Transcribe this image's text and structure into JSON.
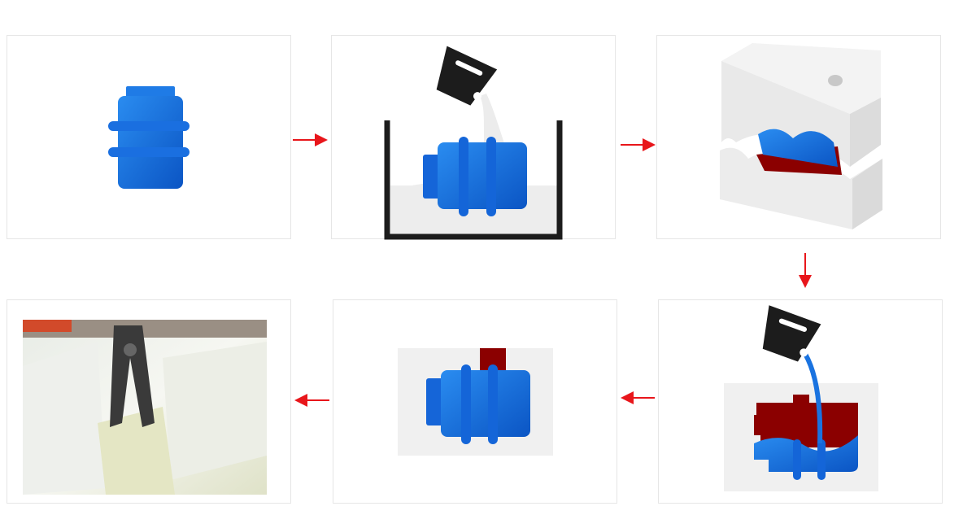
{
  "diagram": {
    "steps": [
      {
        "icon": "master-part-icon"
      },
      {
        "icon": "silicone-pour-icon"
      },
      {
        "icon": "cut-silicone-mold-icon"
      },
      {
        "icon": "resin-pour-icon"
      },
      {
        "icon": "cast-part-in-mold-icon"
      },
      {
        "icon": "demolding-photo"
      }
    ],
    "flow": [
      "right",
      "right",
      "down",
      "left",
      "left"
    ],
    "colors": {
      "part_blue": "#1a73e0",
      "part_blue_dark": "#0b55c4",
      "resin_red": "#8b0000",
      "arrow_red": "#e8161b",
      "cup_black": "#1c1c1c",
      "mold_gray": "#f0f0f0",
      "panel_border": "#e6e6e6"
    }
  }
}
